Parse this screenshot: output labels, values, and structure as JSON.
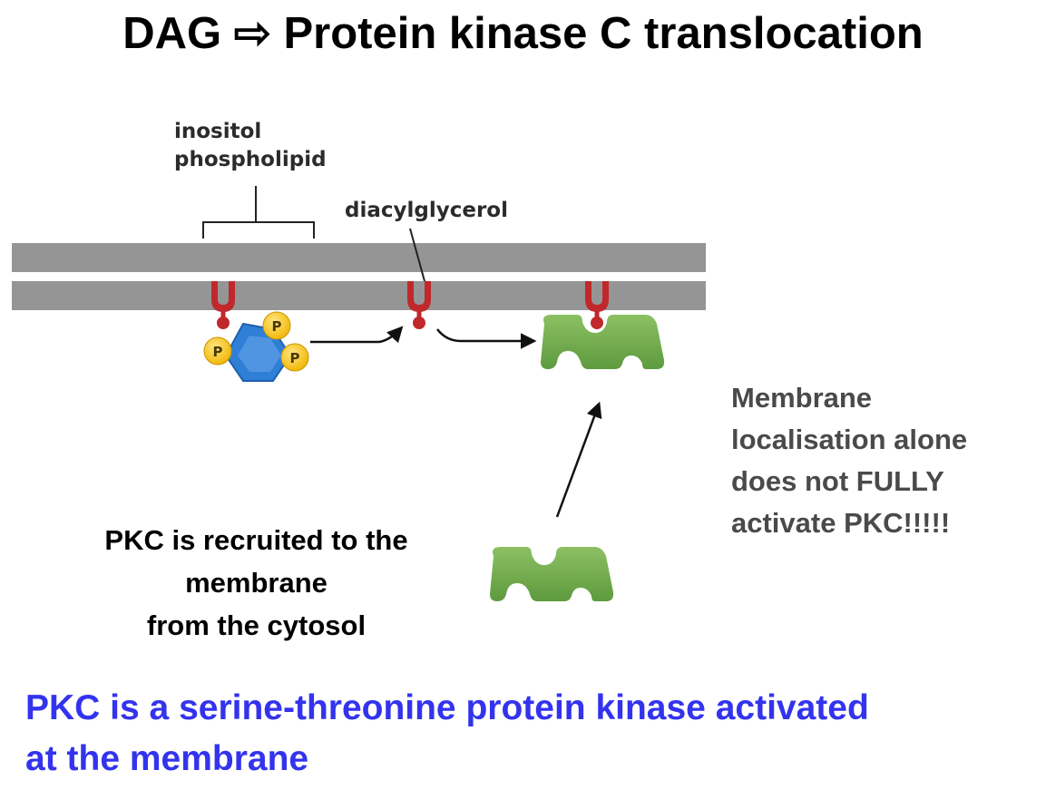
{
  "title": "DAG ⇨ Protein kinase C translocation",
  "labels": {
    "inositol_line1": "inositol",
    "inositol_line2": "phospholipid",
    "diacylglycerol": "diacylglycerol",
    "phosphate": "P"
  },
  "recruit_text": [
    "PKC is recruited to the",
    "membrane",
    "from the cytosol"
  ],
  "note_text": [
    "Membrane",
    "localisation alone",
    "does not FULLY",
    "activate PKC!!!!!"
  ],
  "summary_text": [
    "PKC is a serine-threonine protein kinase activated",
    "at the membrane"
  ],
  "colors": {
    "membrane": "#959595",
    "lipid_anchor": "#c0282c",
    "phosphate": "#f5c518",
    "inositol_ring": "#2f7fd6",
    "pkc": "#6aa84f",
    "summary": "#3333ee",
    "note": "#4a4a4a"
  }
}
